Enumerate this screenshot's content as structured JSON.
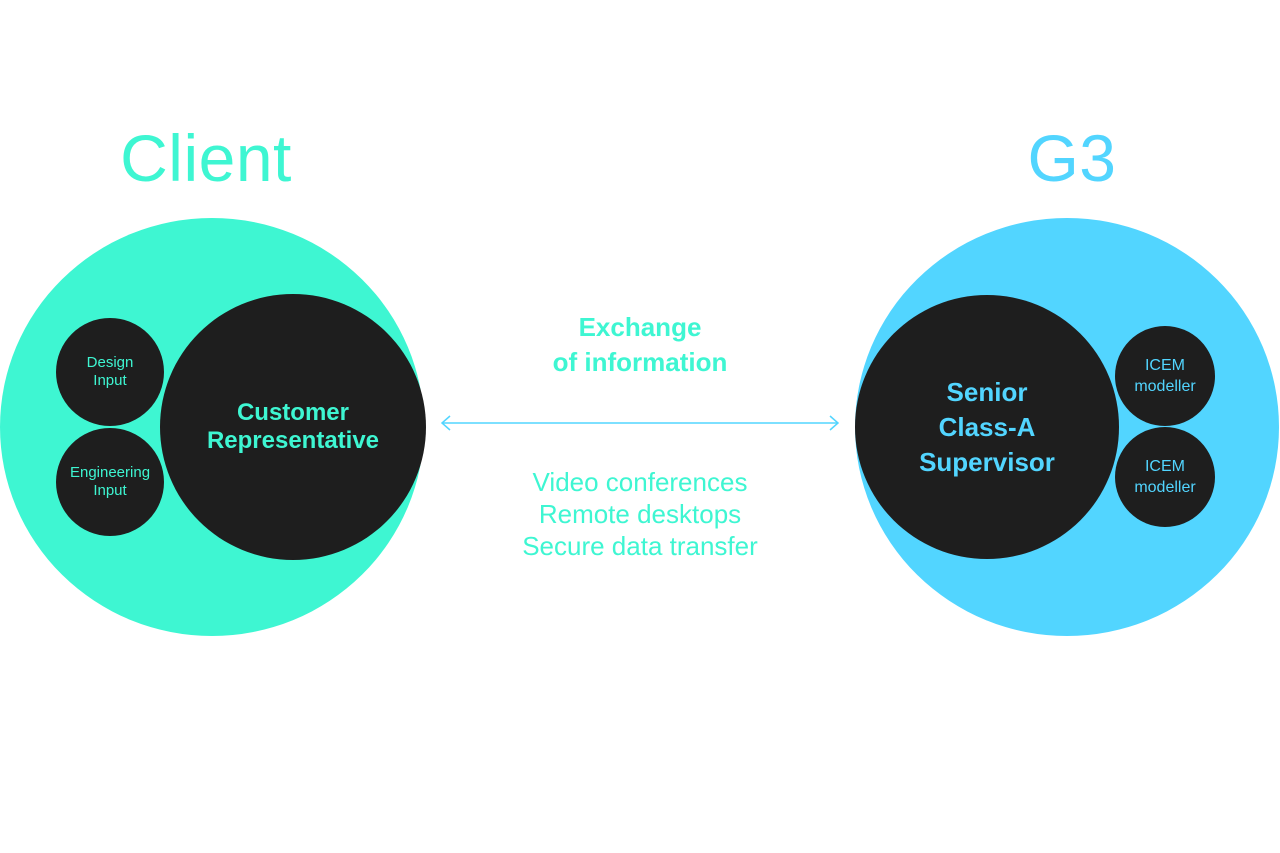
{
  "colors": {
    "client": "#3ef6d2",
    "g3": "#52d5ff",
    "node": "#1e1e1e",
    "background": "#ffffff"
  },
  "client": {
    "title": "Client",
    "main_node": "Customer\nRepresentative",
    "inputs": [
      "Design\nInput",
      "Engineering\nInput"
    ]
  },
  "g3": {
    "title": "G3",
    "main_node": "Senior\nClass-A\nSupervisor",
    "modellers": [
      "ICEM\nmodeller",
      "ICEM\nmodeller"
    ]
  },
  "connection": {
    "label": "Exchange\nof information",
    "arrow": "double-headed-arrow",
    "methods": [
      "Video conferences",
      "Remote desktops",
      "Secure data transfer"
    ]
  }
}
